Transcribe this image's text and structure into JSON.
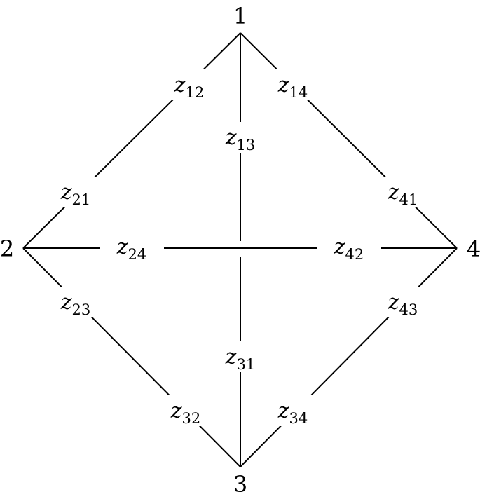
{
  "diagram": {
    "nodes": [
      {
        "id": "1",
        "label": "1"
      },
      {
        "id": "2",
        "label": "2"
      },
      {
        "id": "3",
        "label": "3"
      },
      {
        "id": "4",
        "label": "4"
      }
    ],
    "edges": [
      {
        "from": "1",
        "to": "2",
        "labels": [
          {
            "var": "z",
            "sub": "12"
          },
          {
            "var": "z",
            "sub": "21"
          }
        ]
      },
      {
        "from": "1",
        "to": "3",
        "labels": [
          {
            "var": "z",
            "sub": "13"
          },
          {
            "var": "z",
            "sub": "31"
          }
        ]
      },
      {
        "from": "1",
        "to": "4",
        "labels": [
          {
            "var": "z",
            "sub": "14"
          },
          {
            "var": "z",
            "sub": "41"
          }
        ]
      },
      {
        "from": "2",
        "to": "3",
        "labels": [
          {
            "var": "z",
            "sub": "23"
          },
          {
            "var": "z",
            "sub": "32"
          }
        ]
      },
      {
        "from": "2",
        "to": "4",
        "labels": [
          {
            "var": "z",
            "sub": "24"
          },
          {
            "var": "z",
            "sub": "42"
          }
        ]
      },
      {
        "from": "3",
        "to": "4",
        "labels": [
          {
            "var": "z",
            "sub": "34"
          },
          {
            "var": "z",
            "sub": "43"
          }
        ]
      }
    ],
    "colors": {
      "line": "#000000",
      "background": "#ffffff",
      "text": "#000000"
    }
  }
}
